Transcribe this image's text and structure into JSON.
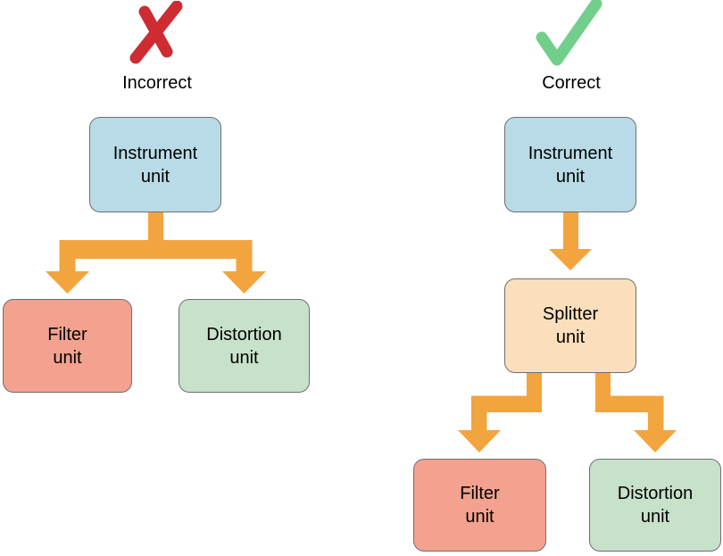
{
  "left_panel": {
    "verdict_label": "Incorrect",
    "mark_icon": "x-mark",
    "instrument_box": "Instrument\nunit",
    "filter_box": "Filter\nunit",
    "distortion_box": "Distortion\nunit"
  },
  "right_panel": {
    "verdict_label": "Correct",
    "mark_icon": "checkmark",
    "instrument_box": "Instrument\nunit",
    "splitter_box": "Splitter\nunit",
    "filter_box": "Filter\nunit",
    "distortion_box": "Distortion\nunit"
  },
  "colors": {
    "instrument_fill": "#B9DBE7",
    "splitter_fill": "#FBDFBC",
    "filter_fill": "#F2A28E",
    "distortion_fill": "#C8E1CA",
    "box_border": "#6E6E73",
    "arrow": "#F2A43F",
    "x_mark": "#CE2B33",
    "checkmark": "#72CE8B",
    "text": "#000000",
    "background": "#FFFFFF"
  }
}
